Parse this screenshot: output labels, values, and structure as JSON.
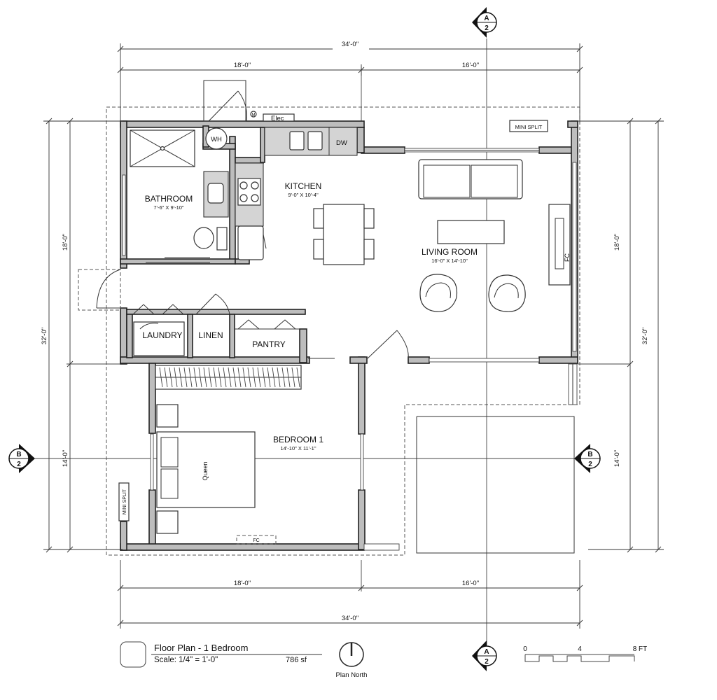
{
  "dimensions": {
    "overall_width": "34'-0\"",
    "left_segment": "18'-0\"",
    "right_segment": "16'-0\"",
    "overall_depth": "32'-0\"",
    "upper_depth": "18'-0\"",
    "lower_depth": "14'-0\""
  },
  "rooms": {
    "bathroom": {
      "name": "BATHROOM",
      "size": "7'-6\" X 9'-10\""
    },
    "kitchen": {
      "name": "KITCHEN",
      "size": "9'-0\" X 10'-4\""
    },
    "living_room": {
      "name": "LIVING ROOM",
      "size": "16'-0\" X 14'-10\""
    },
    "bedroom": {
      "name": "BEDROOM 1",
      "size": "14'-10\" X 11'-1\""
    },
    "laundry": {
      "name": "LAUNDRY"
    },
    "linen": {
      "name": "LINEN"
    },
    "pantry": {
      "name": "PANTRY"
    }
  },
  "fixtures": {
    "water_heater": "WH",
    "dishwasher": "DW",
    "electrical": "Elec",
    "mini_split_label": "MINI SPLIT",
    "fireplace": "FC",
    "bed": "Queen",
    "meter": "M"
  },
  "section_markers": {
    "a_letter": "A",
    "b_letter": "B",
    "sheet": "2"
  },
  "title_block": {
    "title": "Floor Plan - 1 Bedroom",
    "scale": "Scale: 1/4\" = 1'-0\"",
    "area": "786 sf",
    "north_label": "Plan North"
  },
  "scale_bar": {
    "ticks": [
      "0",
      "4",
      "8 FT"
    ]
  }
}
